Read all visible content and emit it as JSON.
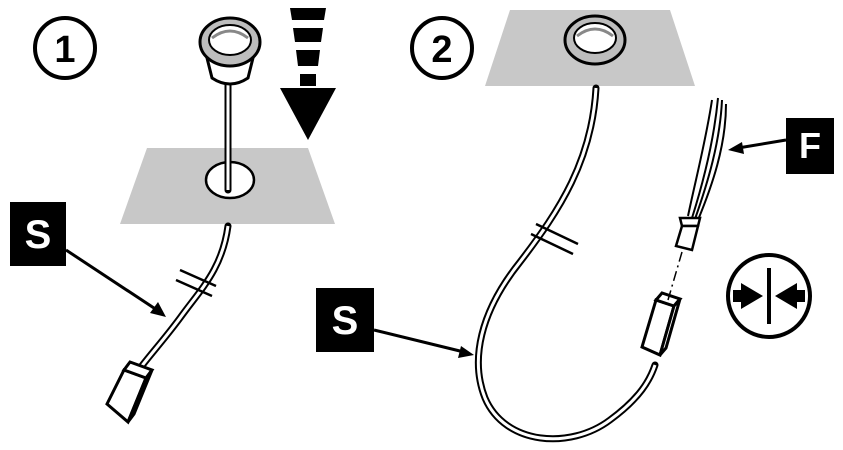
{
  "steps": [
    {
      "number": "1"
    },
    {
      "number": "2"
    }
  ],
  "labels": {
    "sensor_step1": "S",
    "sensor_step2": "S",
    "fixture_wire": "F"
  },
  "icons": {
    "insert_arrow": "down-arrow-icon",
    "connect": "connect-arrows-icon"
  },
  "colors": {
    "panel": "#c8c8c8",
    "ink": "#000000",
    "label_bg": "#000000",
    "label_text": "#ffffff"
  }
}
